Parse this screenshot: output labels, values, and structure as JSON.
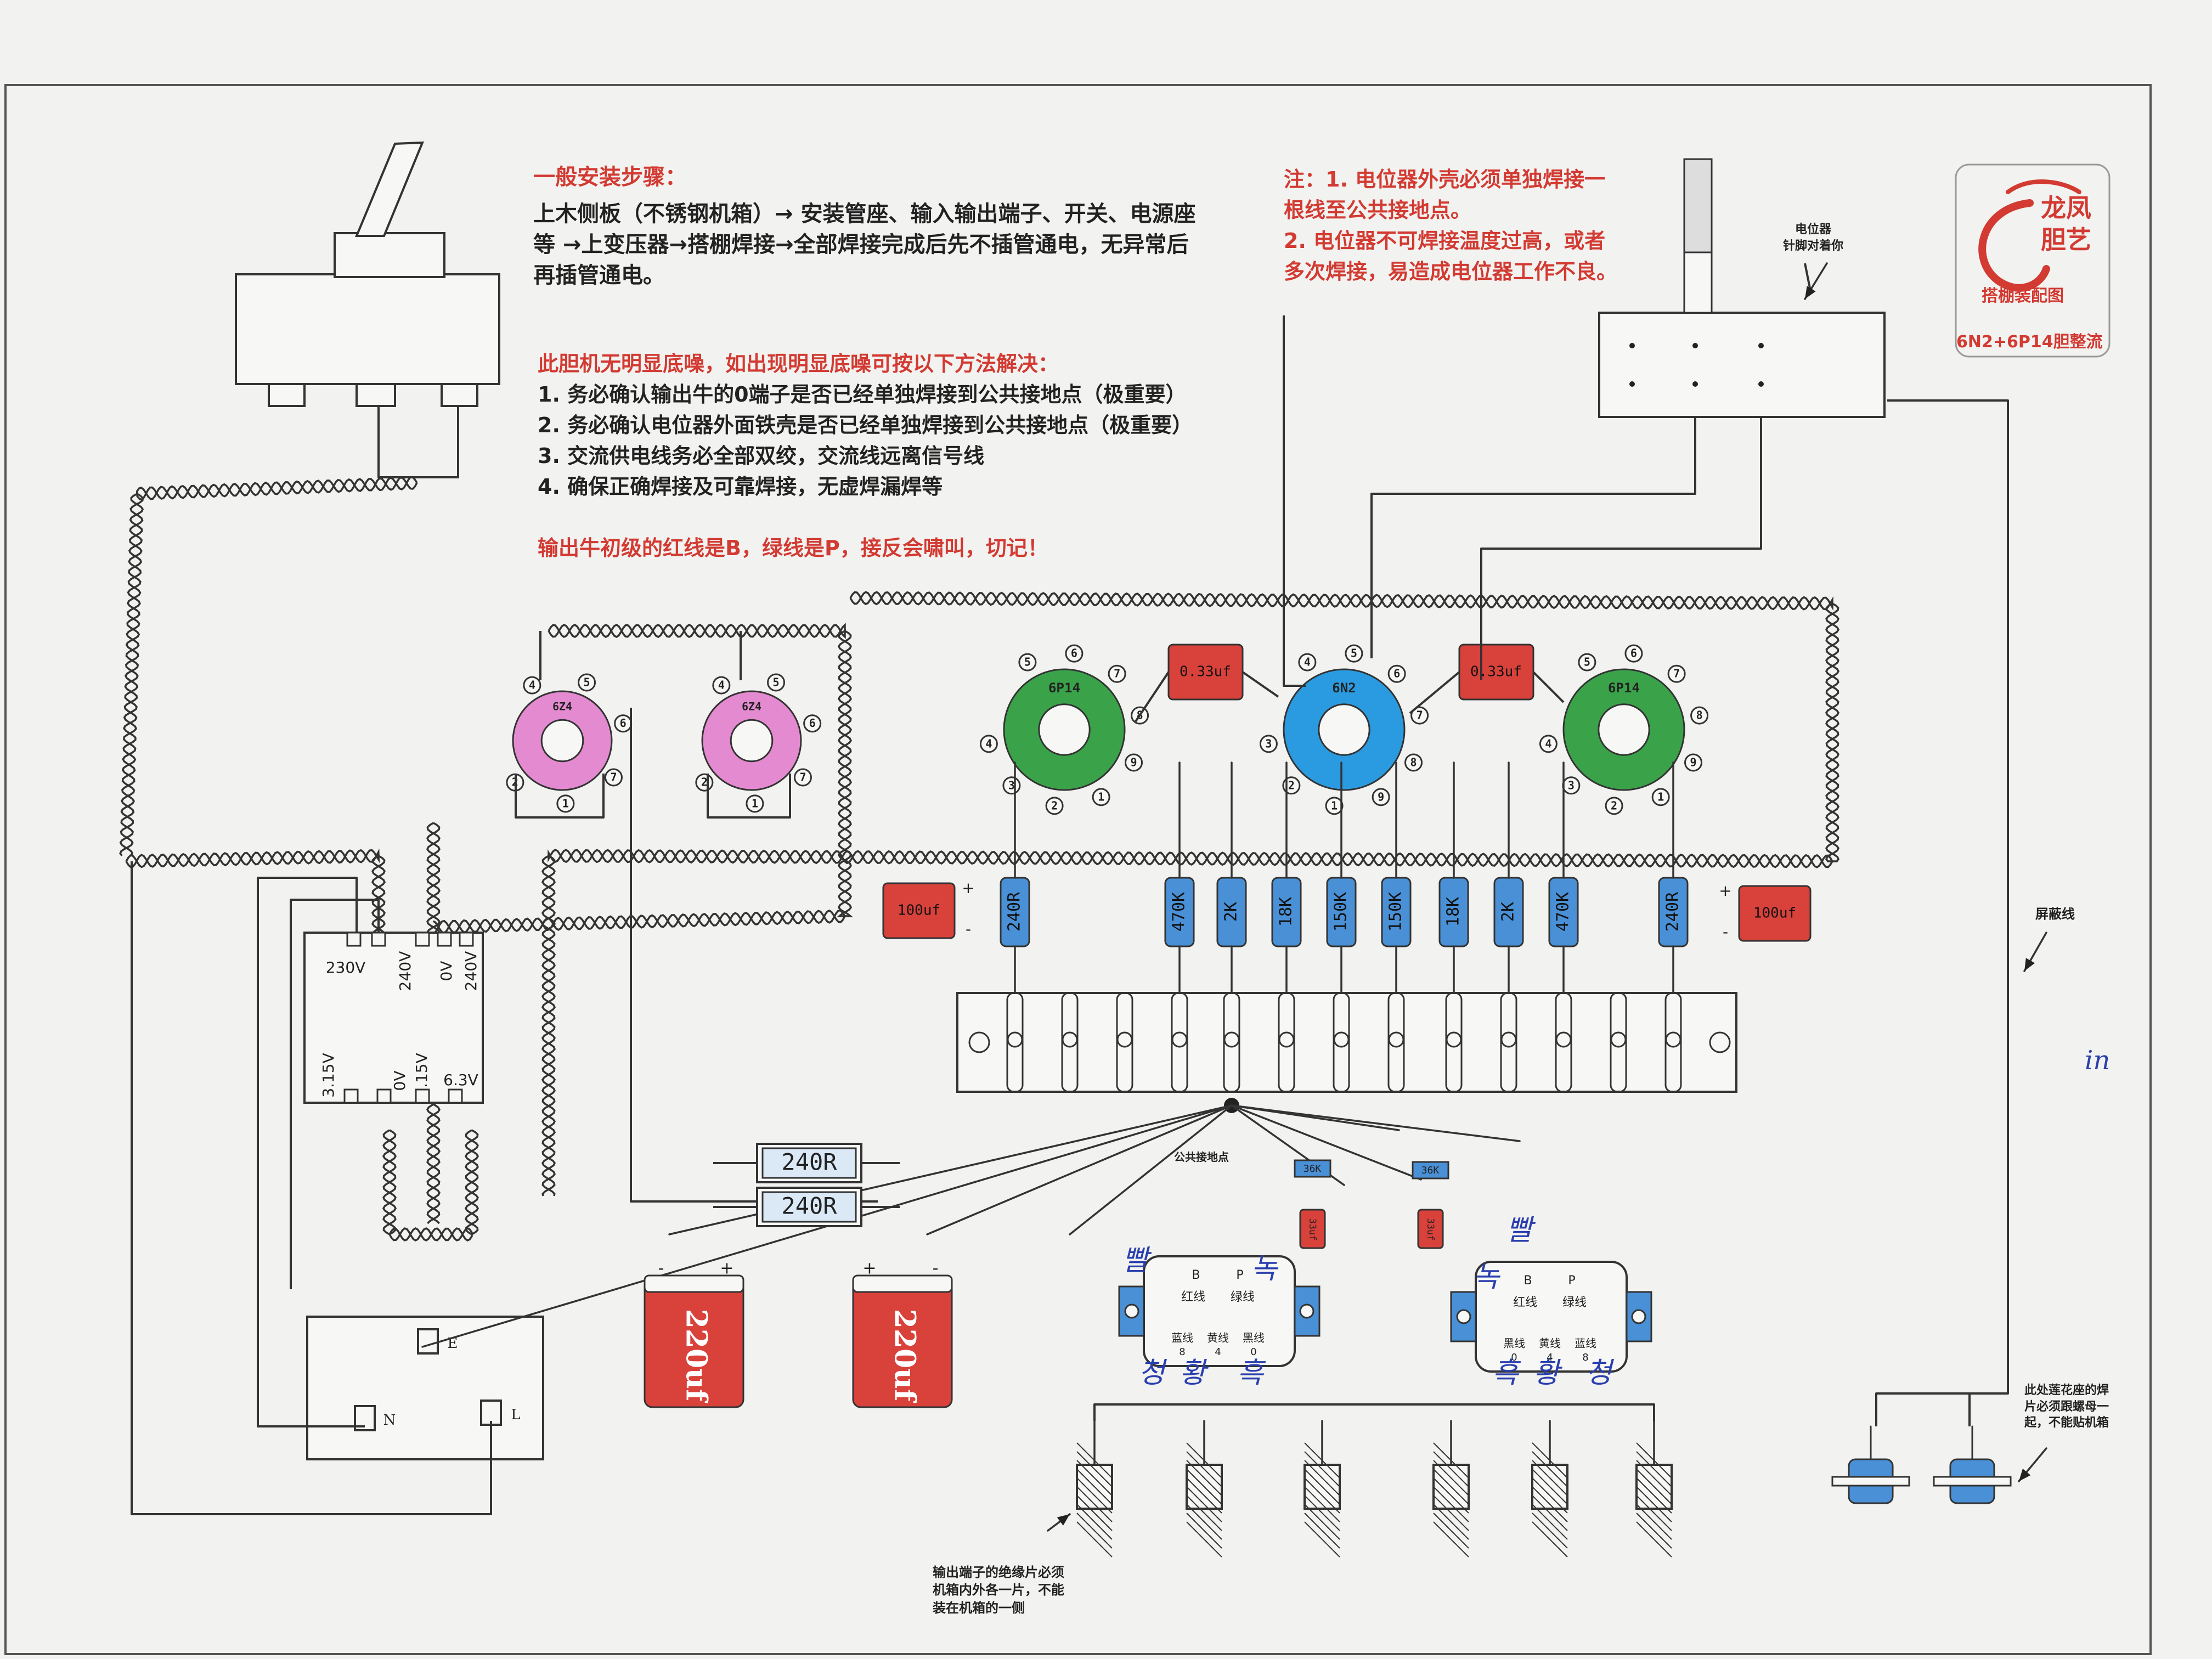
{
  "brand": {
    "name": "龙凤\n胆艺",
    "subtitle": "搭棚装配图",
    "model": "6N2+6P14胆整流",
    "accent": "#d23a32"
  },
  "colors": {
    "wire": "#333333",
    "resistor": "#4a90d6",
    "capacitor": "#d9413b",
    "socket_6z4": "#e48ad0",
    "socket_6p14": "#3aa34a",
    "socket_6n2": "#2a9be0",
    "paper": "#f2f2f0"
  },
  "install": {
    "title": "一般安装步骤：",
    "body": "上木侧板（不锈钢机箱）→ 安装管座、输入输出端子、开关、电源座\n等 →上变压器→搭棚焊接→全部焊接完成后先不插管通电，无异常后\n再插管通电。"
  },
  "noise": {
    "title": "此胆机无明显底噪，如出现明显底噪可按以下方法解决：",
    "items": [
      "1. 务必确认输出牛的0端子是否已经单独焊接到公共接地点（极重要）",
      "2. 务必确认电位器外面铁壳是否已经单独焊接到公共接地点（极重要）",
      "3. 交流供电线务必全部双绞，交流线远离信号线",
      "4. 确保正确焊接及可靠焊接，无虚焊漏焊等"
    ],
    "warning": "输出牛初级的红线是B，绿线是P，接反会啸叫，切记！"
  },
  "pot_note": {
    "lines": [
      "注：1. 电位器外壳必须单独焊接一",
      "根线至公共接地点。",
      "2. 电位器不可焊接温度过高，或者",
      "多次焊接，易造成电位器工作不良。"
    ],
    "pot_label": "电位器\n针脚对着你"
  },
  "tubes": [
    {
      "type": "6Z4",
      "pins": [
        "4",
        "5",
        "6",
        "7",
        "1",
        "2"
      ]
    },
    {
      "type": "6Z4",
      "pins": [
        "4",
        "5",
        "6",
        "7",
        "1",
        "2"
      ]
    },
    {
      "type": "6P14",
      "pins": [
        "5",
        "6",
        "7",
        "8",
        "9",
        "1",
        "2",
        "3",
        "4"
      ]
    },
    {
      "type": "6N2",
      "pins": [
        "4",
        "5",
        "6",
        "7",
        "8",
        "9",
        "1",
        "2",
        "3"
      ]
    },
    {
      "type": "6P14",
      "pins": [
        "5",
        "6",
        "7",
        "8",
        "9",
        "1",
        "2",
        "3",
        "4"
      ]
    }
  ],
  "caps_small": [
    "0.33uf",
    "0.33uf"
  ],
  "caps_100": [
    "100uf",
    "100uf"
  ],
  "resistors_vertical": [
    "240R",
    "470K",
    "2K",
    "18K",
    "150K",
    "150K",
    "18K",
    "2K",
    "470K",
    "240R"
  ],
  "resistors_power": [
    "240R",
    "240R"
  ],
  "caps_220": [
    "220uf",
    "220uf"
  ],
  "resistors_36k": [
    "36K",
    "36K"
  ],
  "caps_33": [
    "33uf",
    "33uf"
  ],
  "transformer": {
    "top_labels": [
      "230V",
      "240V",
      "0V",
      "240V"
    ],
    "bottom_labels": [
      "3.15V",
      "0V",
      "3.15V",
      "6.3V"
    ]
  },
  "power_socket": {
    "e": "E",
    "n": "N",
    "l": "L"
  },
  "ground_label": "公共接地点",
  "output_transformers": [
    {
      "top": [
        "B",
        "P"
      ],
      "mid": [
        "红线",
        "绿线"
      ],
      "bottom": [
        "蓝线",
        "黄线",
        "黑线"
      ],
      "taps": [
        "8",
        "4",
        "0"
      ]
    },
    {
      "top": [
        "B",
        "P"
      ],
      "mid": [
        "红线",
        "绿线"
      ],
      "bottom": [
        "黑线",
        "黄线",
        "蓝线"
      ],
      "taps": [
        "0",
        "4",
        "8"
      ]
    }
  ],
  "shield_label": "屏蔽线",
  "rca_note": "此处莲花座的焊\n片必须跟螺母一\n起，不能贴机箱",
  "terminal_note": "输出端子的绝缘片必须\n机箱内外各一片，不能\n装在机箱的一侧",
  "handwritten": [
    "빨",
    "녹",
    "청",
    "황",
    "흑",
    "빨",
    "녹",
    "흑",
    "황",
    "청",
    "in"
  ],
  "cap_polarity": [
    "+",
    "-"
  ]
}
